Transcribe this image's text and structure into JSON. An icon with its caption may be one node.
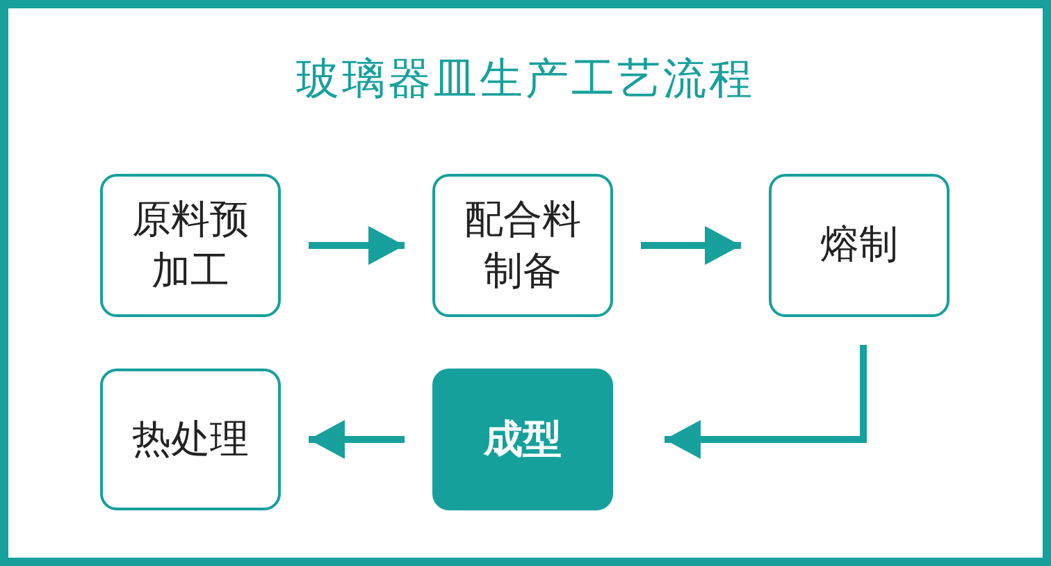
{
  "diagram": {
    "title": "玻璃器皿生产工艺流程",
    "nodes": [
      {
        "text": [
          "原料预加工"
        ]
      },
      {
        "text": [
          "配合料制备"
        ]
      },
      {
        "text": [
          "熔制"
        ]
      },
      {
        "text": [
          "热处理"
        ]
      },
      {
        "text": [
          "成型"
        ]
      }
    ],
    "edges": [
      {
        "from": 0,
        "to": 1,
        "arrow": "to"
      },
      {
        "from": 1,
        "to": 2,
        "arrow": "to"
      },
      {
        "from": 2,
        "to": 4,
        "arrow": "to"
      },
      {
        "from": 4,
        "to": 3,
        "arrow": "to"
      }
    ]
  }
}
